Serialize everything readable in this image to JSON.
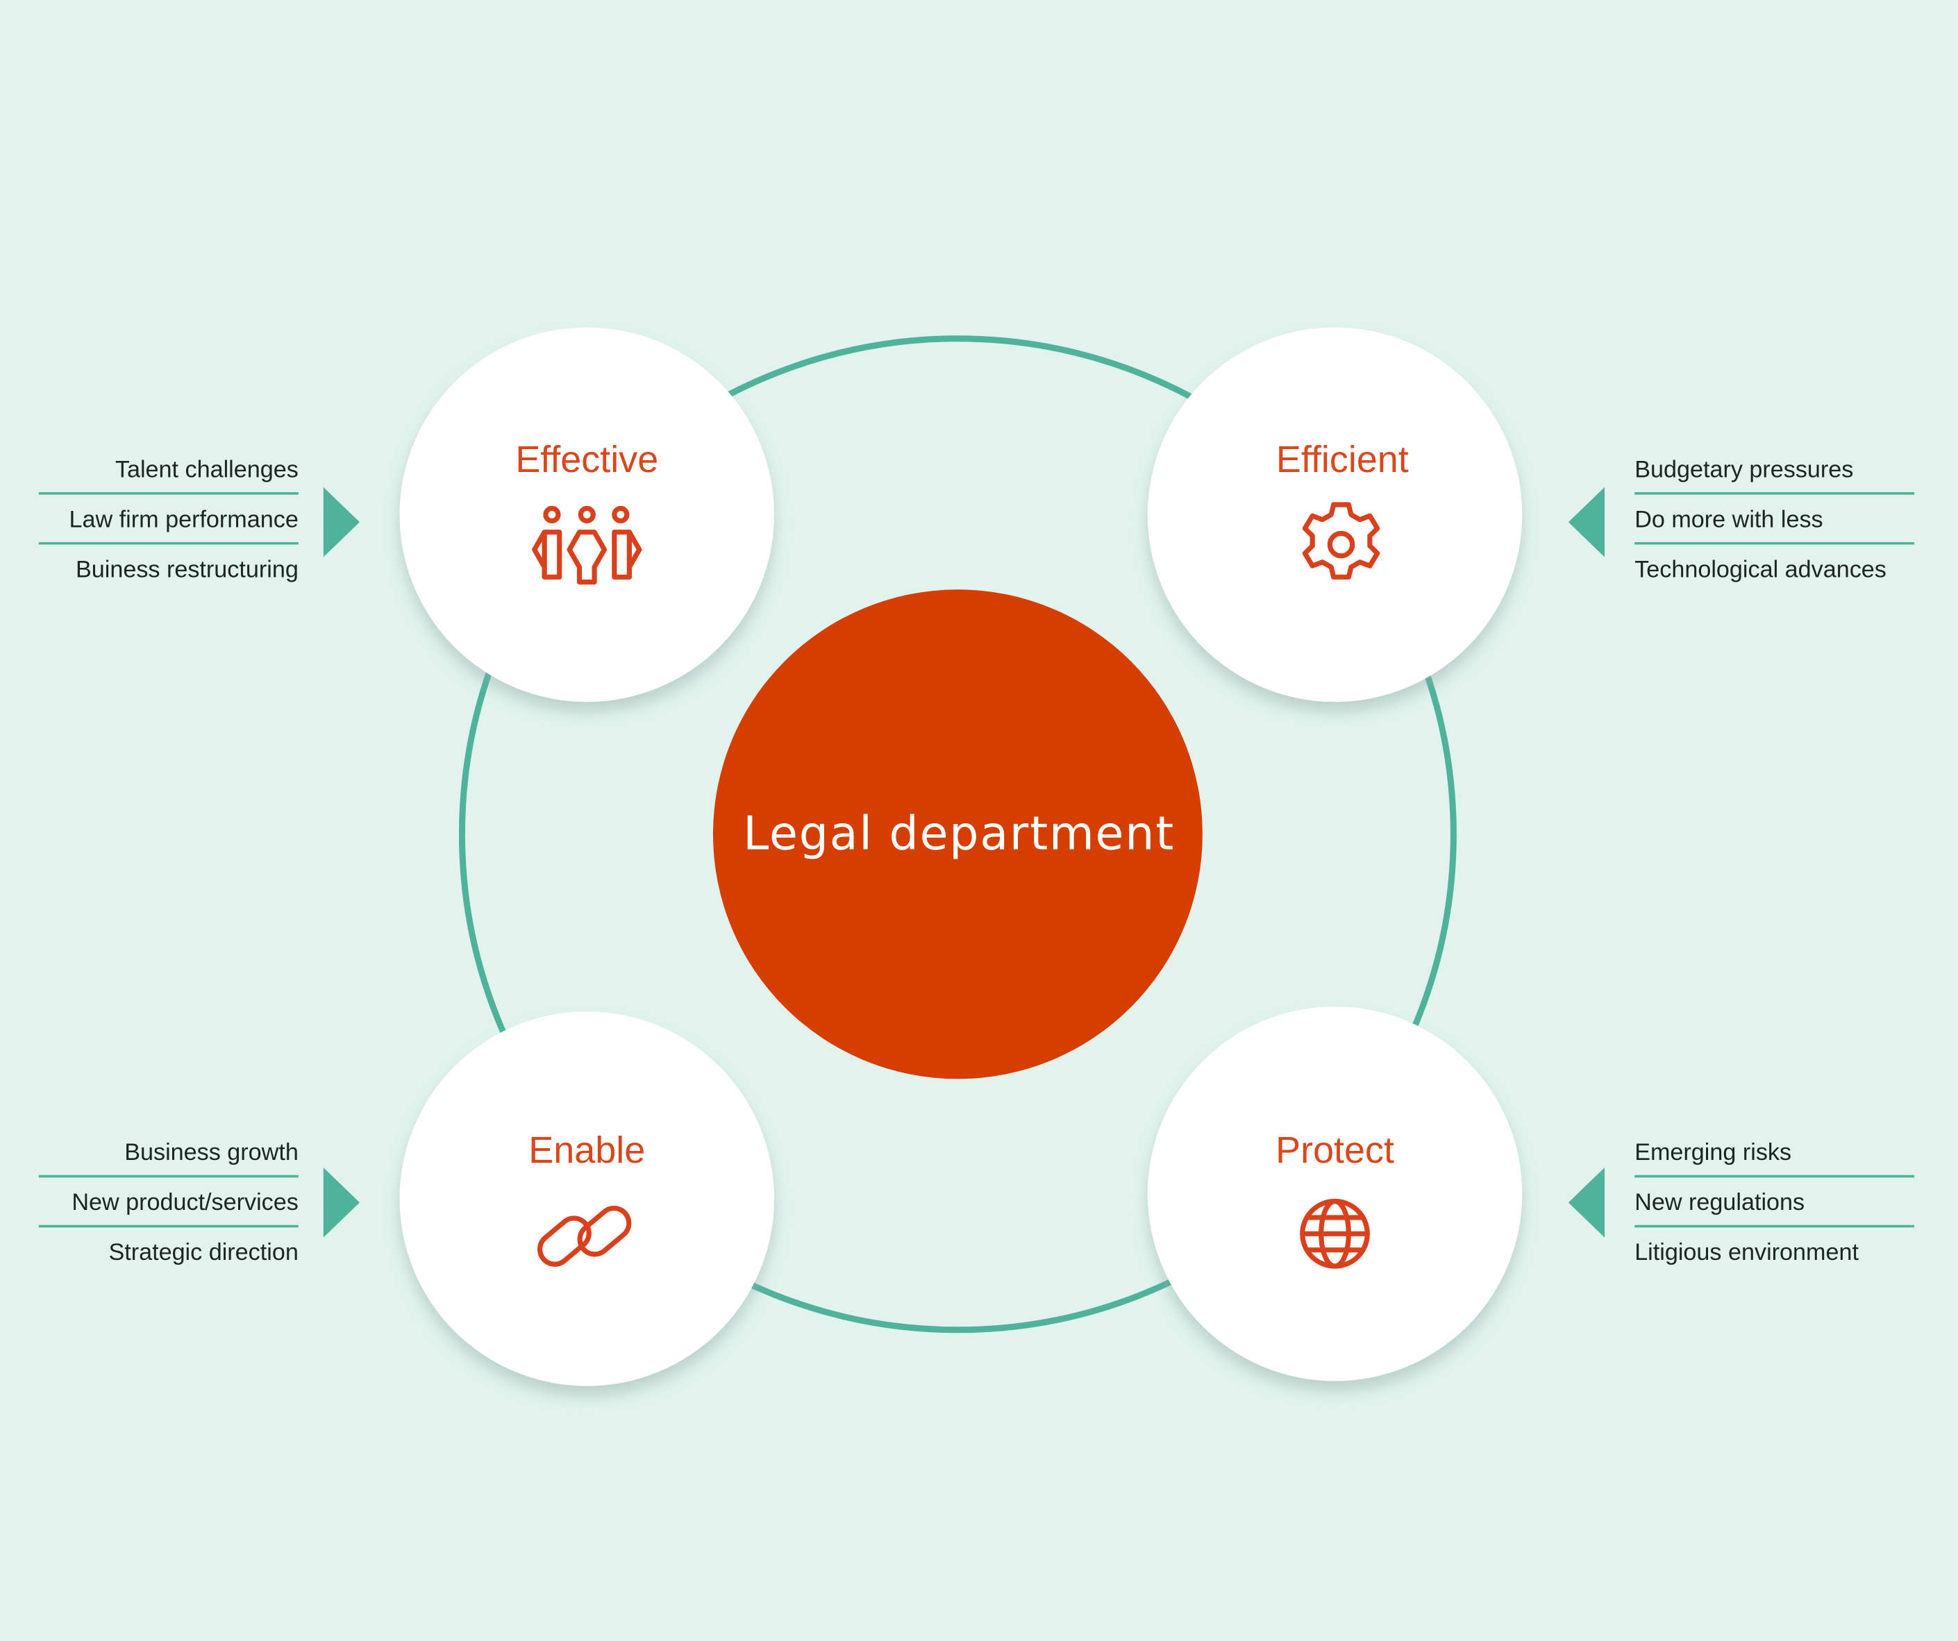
{
  "center": {
    "label": "Legal department"
  },
  "nodes": [
    {
      "title": "Effective",
      "icon": "people-icon",
      "drivers": [
        "Talent challenges",
        "Law firm performance",
        "Buiness restructuring"
      ]
    },
    {
      "title": "Efficient",
      "icon": "gear-icon",
      "drivers": [
        "Budgetary pressures",
        "Do more with less",
        "Technological advances"
      ]
    },
    {
      "title": "Enable",
      "icon": "link-icon",
      "drivers": [
        "Business growth",
        "New product/services",
        "Strategic direction"
      ]
    },
    {
      "title": "Protect",
      "icon": "globe-icon",
      "drivers": [
        "Emerging risks",
        "New regulations",
        "Litigious environment"
      ]
    }
  ],
  "colors": {
    "background": "#e2f3ee",
    "accent": "#d63e00",
    "teal": "#4fb39c",
    "node": "#ffffff"
  }
}
